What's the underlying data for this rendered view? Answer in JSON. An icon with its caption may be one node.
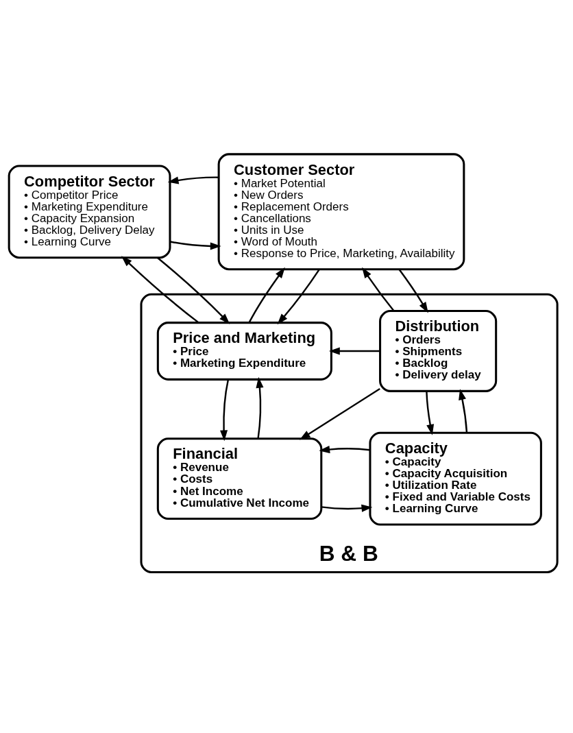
{
  "diagram": {
    "nodes": [
      {
        "text": [
          "Competitor Sector",
          "• Competitor Price",
          "• Marketing Expenditure",
          "• Capacity Expansion",
          "• Backlog, Delivery Delay",
          "• Learning Curve"
        ]
      },
      {
        "text": [
          "Customer Sector",
          "• Market Potential",
          "• New Orders",
          "• Replacement Orders",
          "• Cancellations",
          "• Units in Use",
          "• Word of Mouth",
          "• Response to Price, Marketing, Availability"
        ]
      },
      {
        "text": [
          "B & B"
        ]
      },
      {
        "text": [
          "Price and Marketing",
          "• Price",
          "• Marketing Expenditure"
        ],
        "in": 2
      },
      {
        "text": [
          "Distribution",
          "• Orders",
          "• Shipments",
          "• Backlog",
          "• Delivery delay"
        ],
        "in": 2
      },
      {
        "text": [
          "Financial",
          "• Revenue",
          "• Costs",
          "• Net Income",
          "• Cumulative Net Income"
        ],
        "in": 2
      },
      {
        "text": [
          "Capacity",
          "• Capacity",
          "• Capacity Acquisition",
          "• Utilization Rate",
          "• Fixed and Variable Costs",
          "• Learning Curve"
        ],
        "in": 2
      }
    ],
    "edges": [
      {
        "from": 0,
        "to": 1,
        "arrow": "to"
      },
      {
        "from": 1,
        "to": 0,
        "arrow": "to"
      },
      {
        "from": 3,
        "to": 0,
        "arrow": "to"
      },
      {
        "from": 0,
        "to": 3,
        "arrow": "to"
      },
      {
        "from": 1,
        "to": 3,
        "arrow": "to"
      },
      {
        "from": 3,
        "to": 1,
        "arrow": "to"
      },
      {
        "from": 4,
        "to": 1,
        "arrow": "to"
      },
      {
        "from": 1,
        "to": 4,
        "arrow": "to"
      },
      {
        "from": 4,
        "to": 3,
        "arrow": "to"
      },
      {
        "from": 5,
        "to": 3,
        "arrow": "to"
      },
      {
        "from": 3,
        "to": 5,
        "arrow": "to"
      },
      {
        "from": 4,
        "to": 5,
        "arrow": "to"
      },
      {
        "from": 4,
        "to": 6,
        "arrow": "to"
      },
      {
        "from": 6,
        "to": 4,
        "arrow": "to"
      },
      {
        "from": 5,
        "to": 6,
        "arrow": "to"
      },
      {
        "from": 6,
        "to": 5,
        "arrow": "to"
      }
    ]
  }
}
